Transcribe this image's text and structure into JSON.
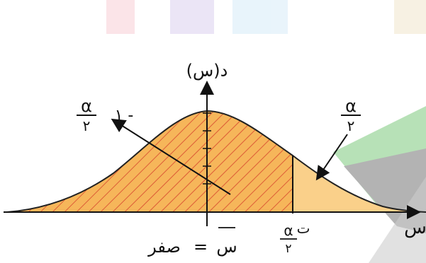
{
  "labels": {
    "y_axis": "د(س)",
    "x_axis": "س",
    "left_area_num": "α",
    "left_area_den": "٢",
    "left_area_prefix": "١ -",
    "right_area_num": "α",
    "right_area_den": "٢",
    "t_sub_num": "α",
    "t_sub_den": "٢",
    "t_letter": "ت",
    "mean_eq_rhs": "صفر",
    "mean_eq_sign": "=",
    "mean_symbol": "س"
  },
  "colors": {
    "curve_fill": "#F6B65A",
    "hatch": "#D6452E",
    "right_fill": "#FAD08A",
    "axis": "#111111",
    "arrow": "#C62828",
    "bg_green": "#9FD8A0",
    "bg_gray": "#9A9A9A"
  }
}
